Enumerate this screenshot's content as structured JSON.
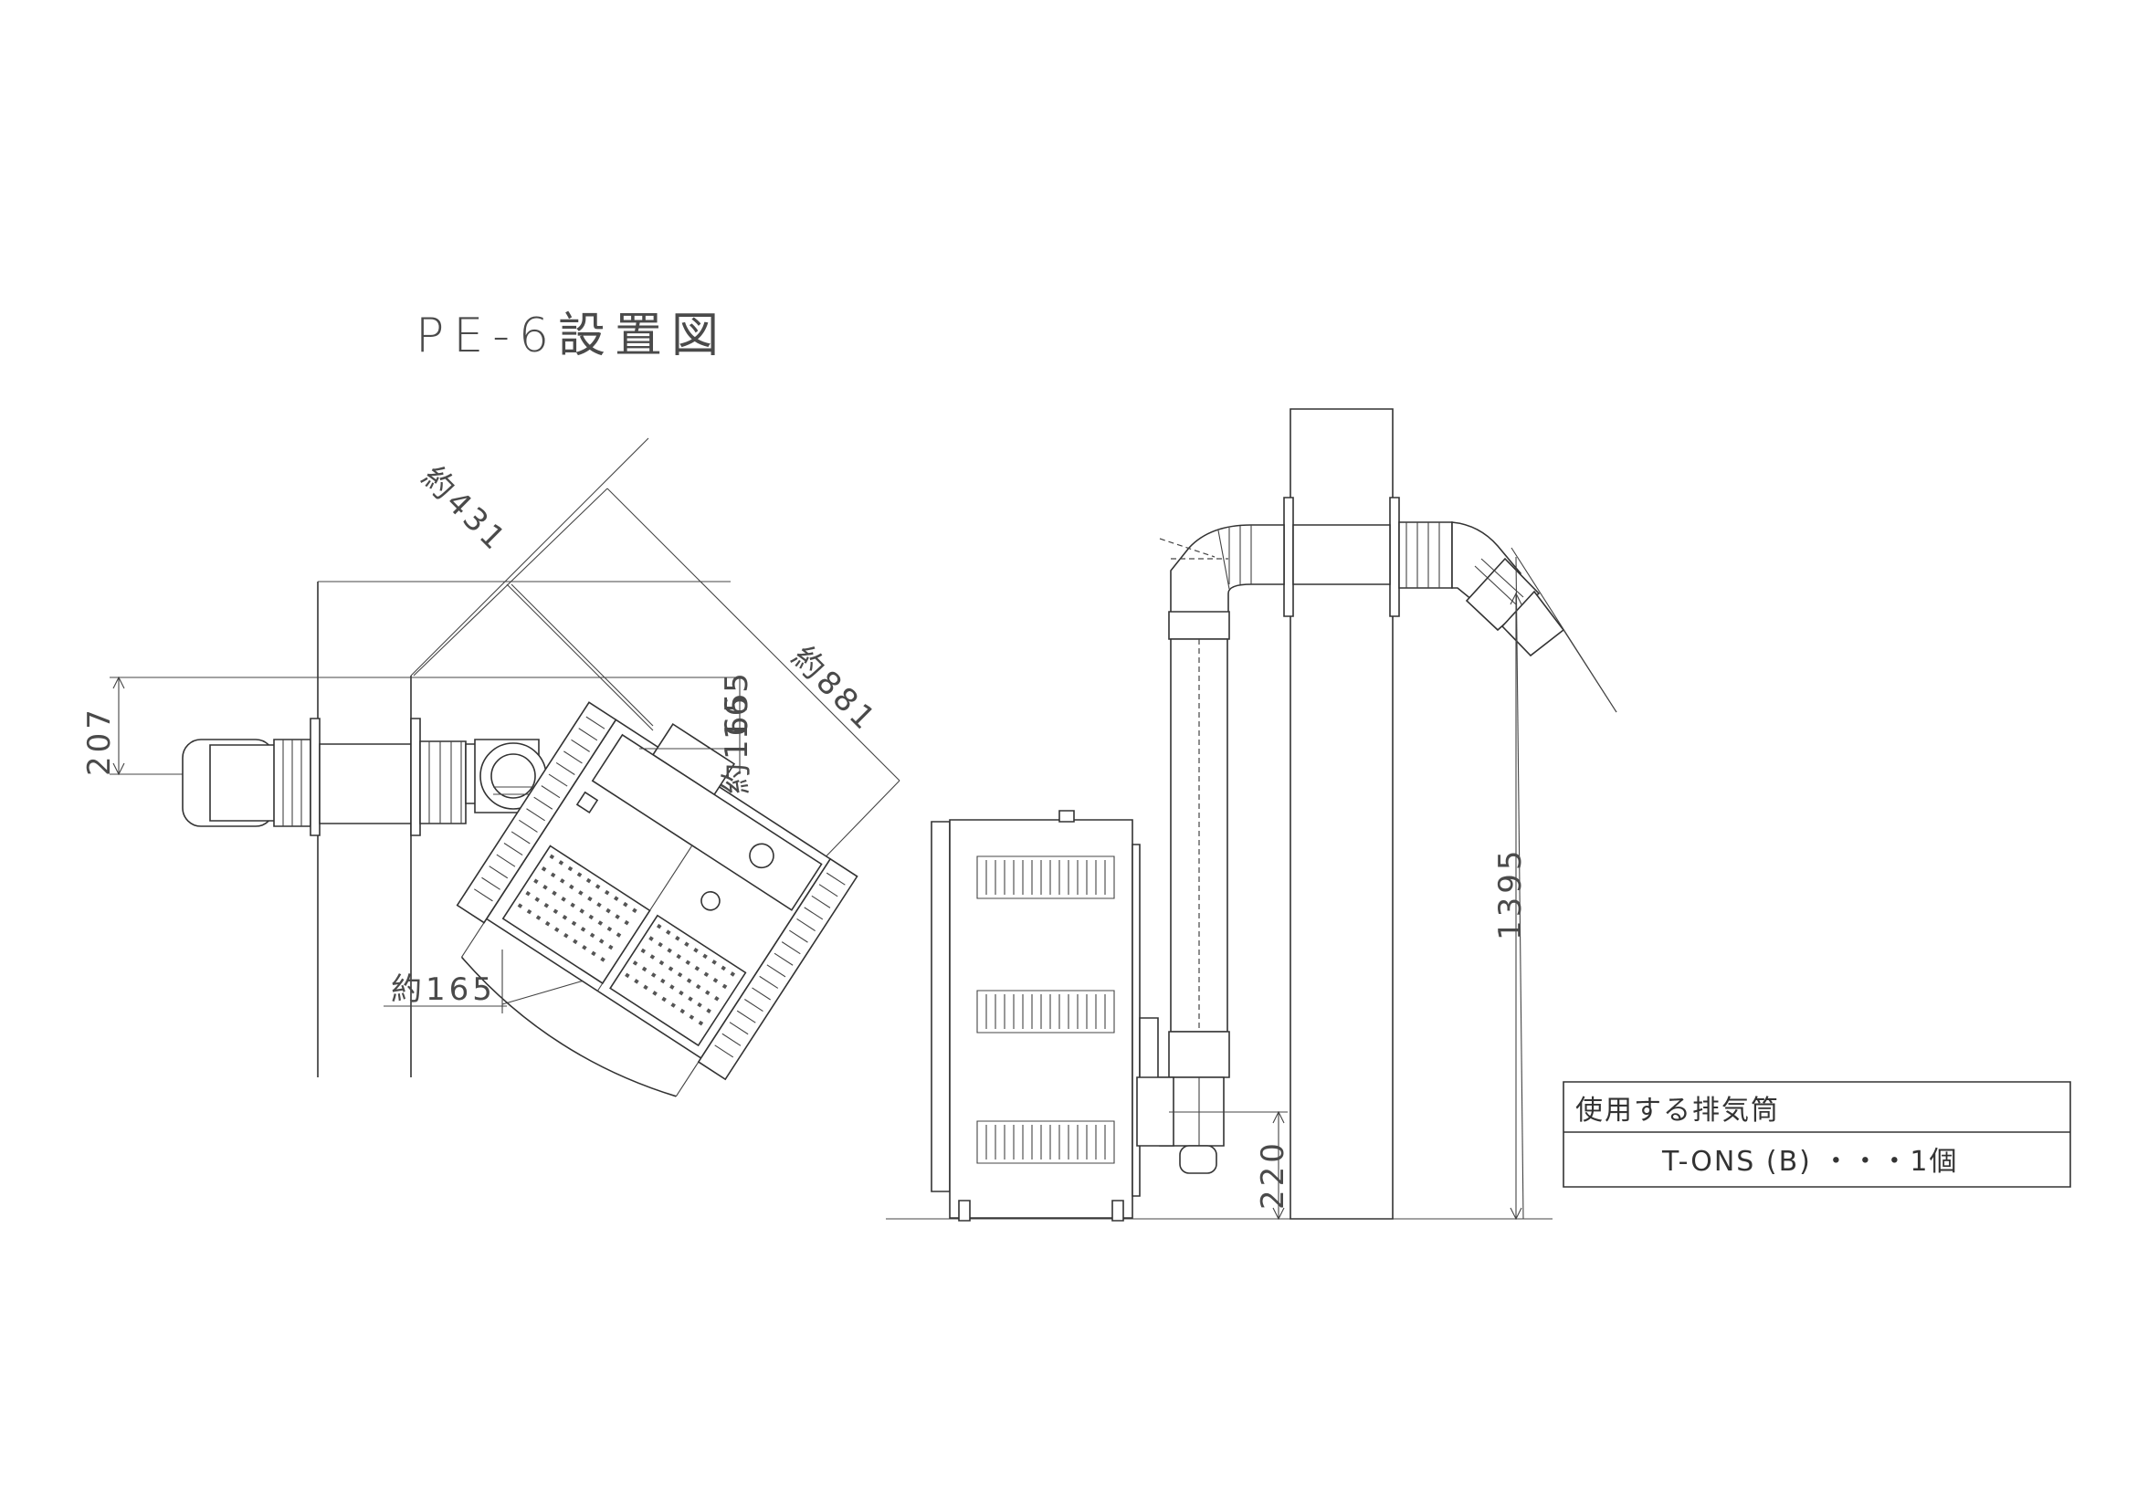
{
  "title": "PE-6設置図",
  "dimensions": {
    "approx_431": "約431",
    "approx_881": "約881",
    "approx_165_side": "約165",
    "approx_165_bottom": "約165",
    "d207": "207",
    "d165": "165",
    "d1395": "1395",
    "d220": "220"
  },
  "table": {
    "header": "使用する排気筒",
    "value": "T-ONS (B) ・・・1個"
  }
}
